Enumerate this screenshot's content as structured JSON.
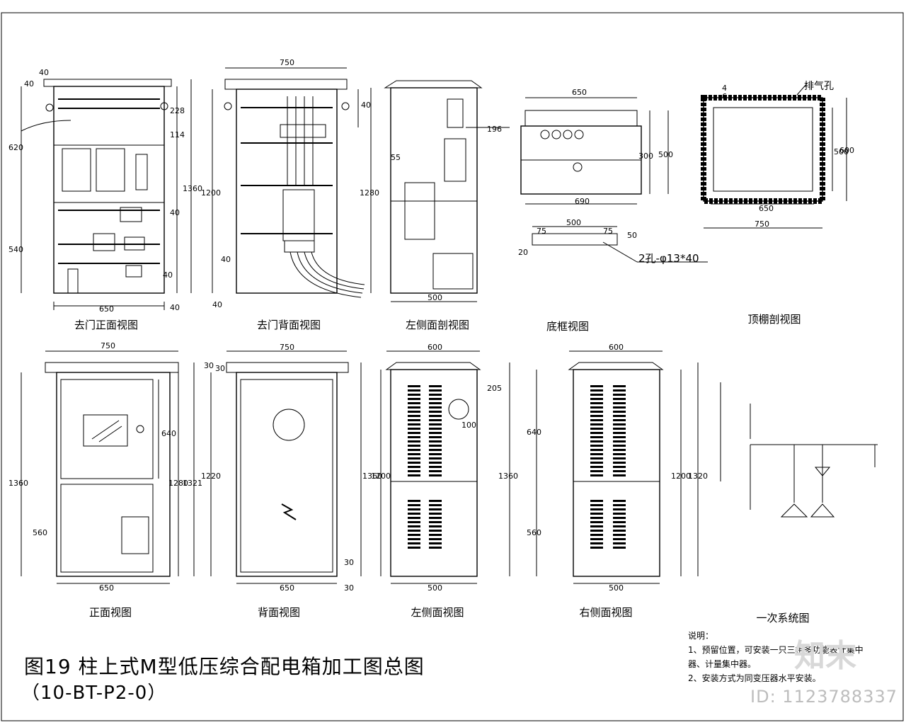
{
  "top_views": [
    {
      "caption": "去门正面视图",
      "dims": {
        "w": "650",
        "top": "40",
        "right1": "40",
        "v1": "228",
        "v2": "114",
        "h1": "620",
        "h2": "540",
        "total": "1360",
        "bottom1": "40",
        "bottom2": "40",
        "mid": "40"
      }
    },
    {
      "caption": "去门背面视图",
      "dims": {
        "w": "750",
        "h": "1200",
        "r": "40",
        "l1": "40",
        "l2": "40"
      }
    },
    {
      "caption": "左侧面剖视图",
      "dims": {
        "h": "1280",
        "w": "500",
        "d1": "196",
        "d2": "55"
      }
    },
    {
      "caption": "底框视图",
      "dims": {
        "w1": "650",
        "w2": "690",
        "h1": "300",
        "h2": "500",
        "w3": "500",
        "s1": "75",
        "s2": "75",
        "s3": "20",
        "s4": "50",
        "hole": "2孔-φ13*40"
      }
    },
    {
      "caption": "顶棚剖视图",
      "dims": {
        "w1": "650",
        "w2": "750",
        "h1": "500",
        "h2": "600",
        "a": "4",
        "b": "6",
        "label": "排气孔"
      }
    }
  ],
  "bottom_views": [
    {
      "caption": "正面视图",
      "dims": {
        "w1": "750",
        "w2": "650",
        "h1": "640",
        "h2": "560",
        "h3": "1280",
        "h4": "1321",
        "total": "1360"
      }
    },
    {
      "caption": "背面视图",
      "dims": {
        "w1": "750",
        "w2": "650",
        "h1": "1220",
        "h2": "1360",
        "a": "30",
        "b": "30",
        "c": "30",
        "d": "30"
      }
    },
    {
      "caption": "左侧面视图",
      "dims": {
        "w1": "600",
        "w2": "500",
        "h1": "1200",
        "h2": "1360",
        "a": "205",
        "b": "100"
      }
    },
    {
      "caption": "右侧面视图",
      "dims": {
        "w1": "600",
        "w2": "500",
        "h1": "640",
        "h2": "560",
        "h3": "1200",
        "h4": "1320"
      }
    },
    {
      "caption": "一次系统图",
      "dims": {}
    }
  ],
  "title": {
    "line1": "图19  柱上式M型低压综合配电箱加工图总图",
    "line2": "（10-BT-P2-0）"
  },
  "notes": {
    "heading": "说明：",
    "items": [
      "1、预留位置，可安装一只三相多功能表计集中器、计量集中器。",
      "2、安装方式为同变压器水平安装。"
    ]
  },
  "id_tag": "ID: 1123788337",
  "watermark": "知末"
}
